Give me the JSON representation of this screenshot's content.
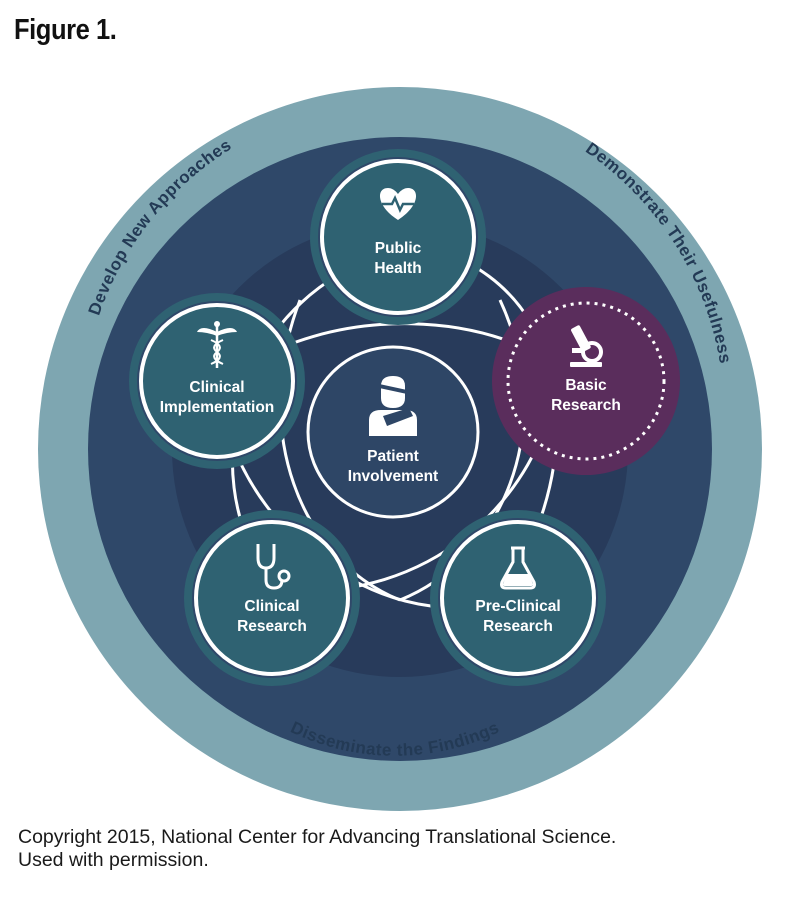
{
  "figure_title": "Figure 1.",
  "ring_text": {
    "top_left": "Develop New Approaches",
    "top_right": "Demonstrate Their Usefulness",
    "bottom": "Disseminate the Findings"
  },
  "center": {
    "line1": "Patient",
    "line2": "Involvement",
    "icon": "patient-with-sling-icon"
  },
  "nodes": [
    {
      "key": "public-health",
      "line1": "Public",
      "line2": "Health",
      "icon": "heart-pulse-icon"
    },
    {
      "key": "basic-research",
      "line1": "Basic",
      "line2": "Research",
      "icon": "microscope-icon"
    },
    {
      "key": "pre-clinical-research",
      "line1": "Pre-Clinical",
      "line2": "Research",
      "icon": "flask-icon"
    },
    {
      "key": "clinical-research",
      "line1": "Clinical",
      "line2": "Research",
      "icon": "stethoscope-icon"
    },
    {
      "key": "clinical-implementation",
      "line1": "Clinical",
      "line2": "Implementation",
      "icon": "caduceus-icon"
    }
  ],
  "colors": {
    "outer_ring": "#7ea6b1",
    "dark_ring": "#2f4869",
    "inner_disc": "#283b5b",
    "center_disc": "#2e4666",
    "node_fill": "#2f6272",
    "basic_research_fill": "#5a2d5c",
    "stroke": "#ffffff"
  },
  "copyright": {
    "line1": "Copyright 2015, National Center for Advancing Translational Science.",
    "line2": "Used with permission."
  }
}
